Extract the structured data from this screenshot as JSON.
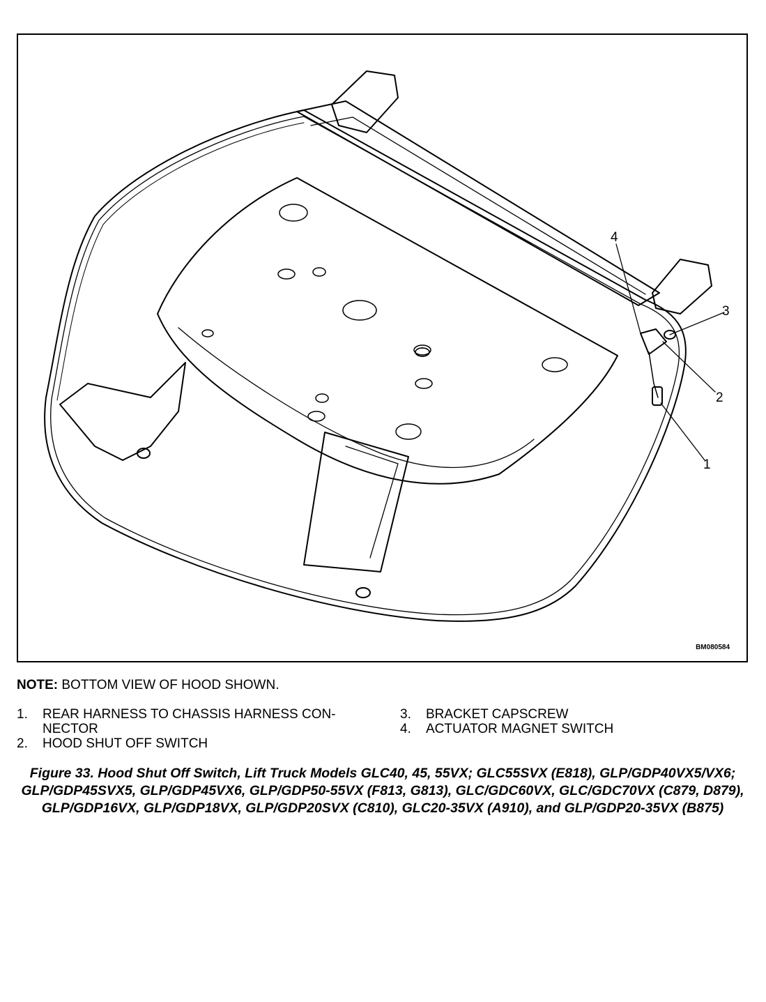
{
  "figure": {
    "drawing_id": "BM080584",
    "callouts": [
      "1",
      "2",
      "3",
      "4"
    ]
  },
  "note": {
    "label": "NOTE:",
    "text": " BOTTOM VIEW OF HOOD SHOWN."
  },
  "legend": [
    {
      "num": "1.",
      "text": "REAR HARNESS TO CHASSIS HARNESS CON-NECTOR"
    },
    {
      "num": "2.",
      "text": "HOOD SHUT OFF SWITCH"
    },
    {
      "num": "3.",
      "text": "BRACKET CAPSCREW"
    },
    {
      "num": "4.",
      "text": "ACTUATOR MAGNET SWITCH"
    }
  ],
  "caption": "Figure 33. Hood Shut Off Switch, Lift Truck Models GLC40, 45, 55VX; GLC55SVX (E818), GLP/GDP40VX5/VX6; GLP/GDP45SVX5, GLP/GDP45VX6, GLP/GDP50-55VX (F813, G813), GLC/GDC60VX, GLC/GDC70VX (C879, D879), GLP/GDP16VX, GLP/GDP18VX, GLP/GDP20SVX (C810), GLC20-35VX (A910), and GLP/GDP20-35VX (B875)"
}
